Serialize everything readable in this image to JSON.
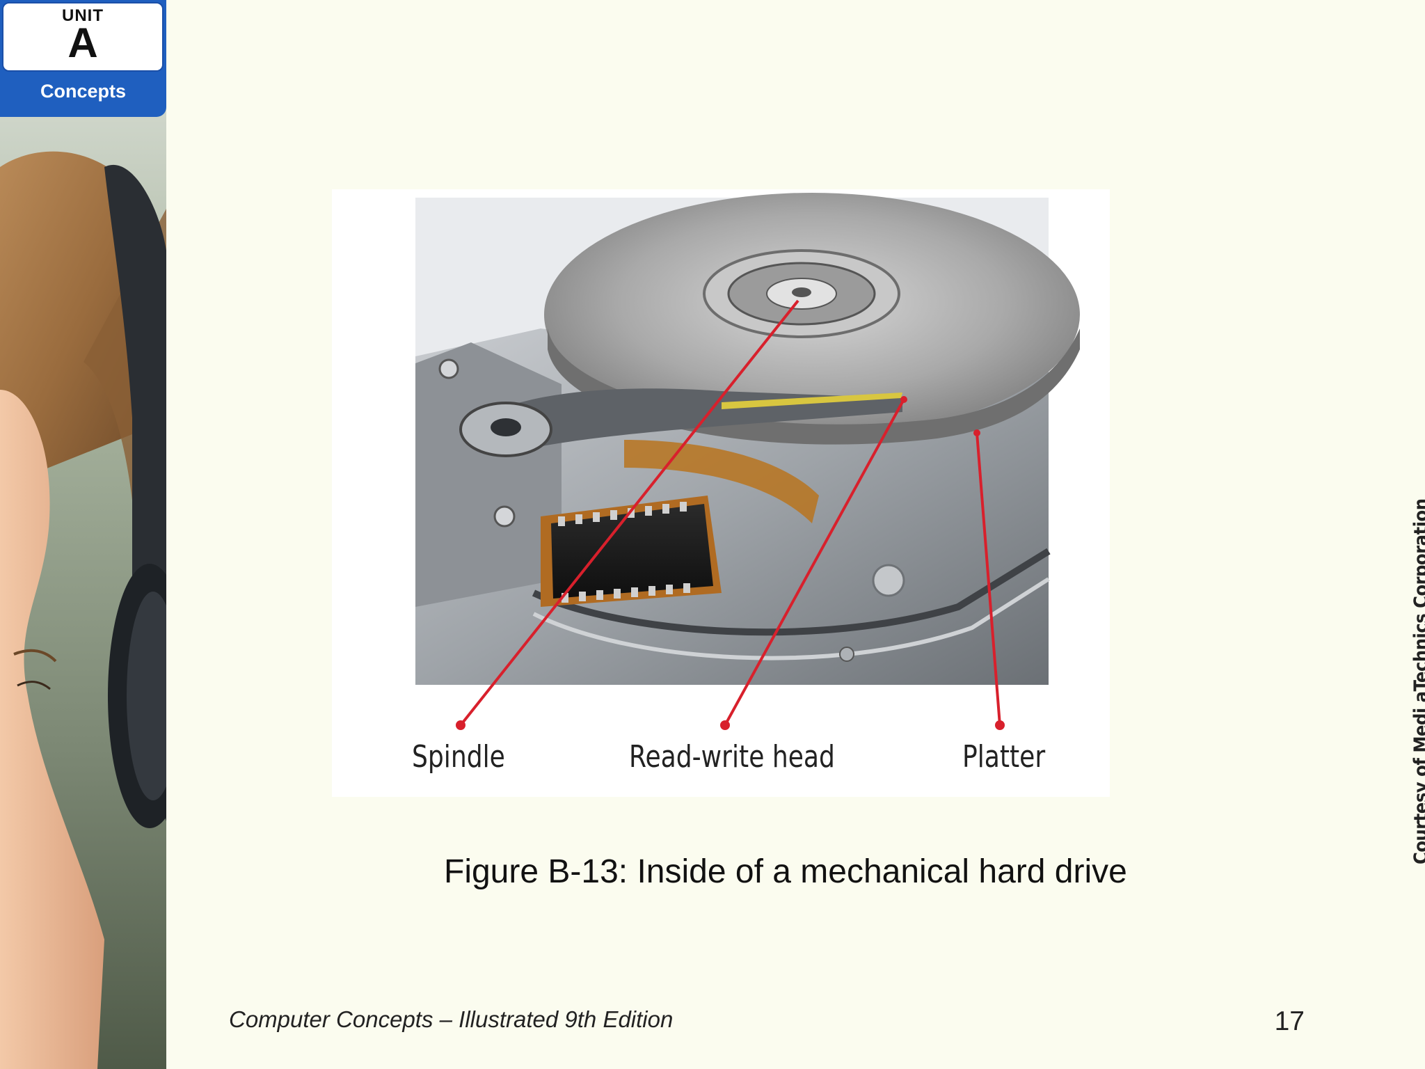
{
  "unit_badge": {
    "unit_label": "UNIT",
    "unit_letter": "A",
    "section": "Concepts"
  },
  "figure": {
    "callouts": {
      "spindle": "Spindle",
      "read_write_head": "Read-write head",
      "platter": "Platter"
    },
    "credit": "Courtesy of Medi aTechnics Corporation",
    "caption": "Figure B-13: Inside of a mechanical hard drive",
    "callout_color": "#d8202c"
  },
  "footer": {
    "book_title": "Computer Concepts – Illustrated 9th Edition",
    "page_number": "17"
  },
  "colors": {
    "background": "#fbfcef",
    "badge_blue": "#1f5fbf"
  }
}
